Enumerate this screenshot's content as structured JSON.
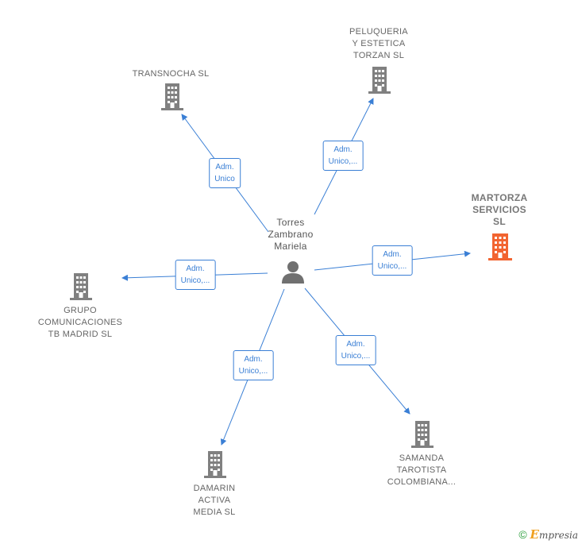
{
  "center": {
    "name": [
      "Torres",
      "Zambrano",
      "Mariela"
    ],
    "icon": "person-icon"
  },
  "companies": [
    {
      "id": "transnocha",
      "name": [
        "TRANSNOCHA SL"
      ],
      "icon": "building-icon",
      "color": "#808080",
      "highlight": false
    },
    {
      "id": "peluqueria",
      "name": [
        "PELUQUERIA",
        "Y ESTETICA",
        "TORZAN  SL"
      ],
      "icon": "building-icon",
      "color": "#808080",
      "highlight": false
    },
    {
      "id": "martorza",
      "name": [
        "MARTORZA",
        "SERVICIOS",
        "SL"
      ],
      "icon": "building-icon",
      "color": "#f26430",
      "highlight": true
    },
    {
      "id": "grupo",
      "name": [
        "GRUPO",
        "COMUNICACIONES",
        "TB MADRID  SL"
      ],
      "icon": "building-icon",
      "color": "#808080",
      "highlight": false
    },
    {
      "id": "damarin",
      "name": [
        "DAMARIN",
        "ACTIVA",
        "MEDIA SL"
      ],
      "icon": "building-icon",
      "color": "#808080",
      "highlight": false
    },
    {
      "id": "samanda",
      "name": [
        "SAMANDA",
        "TAROTISTA",
        "COLOMBIANA..."
      ],
      "icon": "building-icon",
      "color": "#808080",
      "highlight": false
    }
  ],
  "relations": [
    {
      "target": "transnocha",
      "label": [
        "Adm.",
        "Unico"
      ]
    },
    {
      "target": "peluqueria",
      "label": [
        "Adm.",
        "Unico,..."
      ]
    },
    {
      "target": "martorza",
      "label": [
        "Adm.",
        "Unico,..."
      ]
    },
    {
      "target": "grupo",
      "label": [
        "Adm.",
        "Unico,..."
      ]
    },
    {
      "target": "damarin",
      "label": [
        "Adm.",
        "Unico,..."
      ]
    },
    {
      "target": "samanda",
      "label": [
        "Adm.",
        "Unico,..."
      ]
    }
  ],
  "colors": {
    "edge": "#3a7fd5",
    "building": "#808080",
    "building_highlight": "#f26430",
    "person": "#707070"
  },
  "footer": {
    "copyright": "©",
    "brand_initial": "E",
    "brand_rest": "mpresia"
  }
}
